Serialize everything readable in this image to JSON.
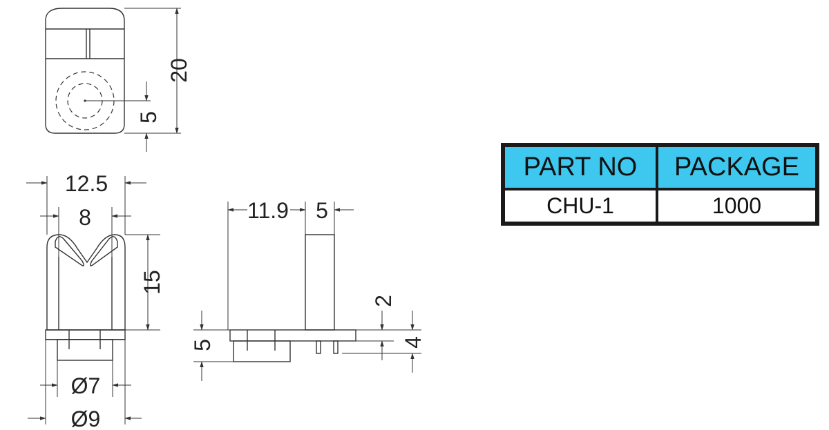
{
  "drawing": {
    "top_view": {
      "height_dim": "20",
      "hole_offset_dim": "5"
    },
    "front_view": {
      "outer_width_dim": "12.5",
      "inner_width_dim": "8",
      "slot_height_dim": "15",
      "stem_diameter_dim": "Ø7",
      "base_diameter_dim": "Ø9"
    },
    "side_view": {
      "length_dim": "11.9",
      "post_width_dim": "5",
      "base_height_dim": "5",
      "pin_gap_dim": "2",
      "pin_height_dim": "4"
    }
  },
  "table": {
    "header_color": "#3ec8ef",
    "headers": [
      "PART NO",
      "PACKAGE"
    ],
    "rows": [
      [
        "CHU-1",
        "1000"
      ]
    ]
  }
}
